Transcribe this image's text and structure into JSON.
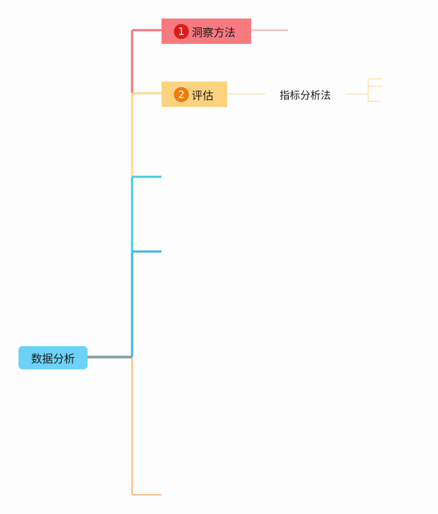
{
  "mindmap": {
    "root": {
      "label": "数据分析",
      "color": "#6dd2f7"
    },
    "branches": [
      {
        "label": "洞察方法",
        "badge": "1",
        "node_color": "#f77a80",
        "badge_color": "#dd1a1a",
        "line_color": "#f0717a"
      },
      {
        "label": "评估",
        "badge": "2",
        "node_color": "#fbd37e",
        "badge_color": "#ee7a10",
        "line_color": "#fbd98a",
        "children": [
          {
            "label": "指标分析法"
          }
        ]
      }
    ],
    "connector_colors": {
      "root_stem": "#8aa3a8",
      "cyan": "#3ccde2",
      "blue": "#34b4e6",
      "orange": "#f5a65b"
    }
  }
}
